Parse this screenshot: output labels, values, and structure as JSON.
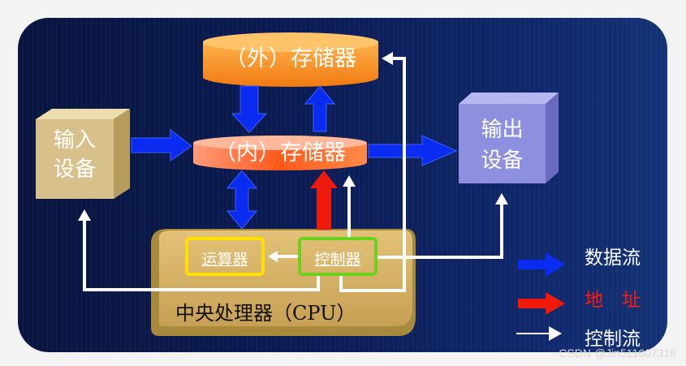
{
  "diagram": {
    "external_memory": "（外）存储器",
    "internal_memory": "（内）存储器",
    "input_device_line1": "输入",
    "input_device_line2": "设备",
    "output_device_line1": "输出",
    "output_device_line2": "设备",
    "alu": "运算器",
    "control_unit": "控制器",
    "cpu": "中央处理器（CPU）"
  },
  "legend": {
    "data_flow": "数据流",
    "address": "地　址",
    "control_flow": "控制流"
  },
  "colors": {
    "data_arrow": "#0a2cf0",
    "address_arrow": "#f01a0a",
    "control_arrow": "#ffffff",
    "memory": "#ff8a1c",
    "input_device": "#d7c08a",
    "output_device": "#8f8fe0",
    "cpu_panel": "#d6b46a"
  },
  "watermark": "CSDN @Jin511607316"
}
